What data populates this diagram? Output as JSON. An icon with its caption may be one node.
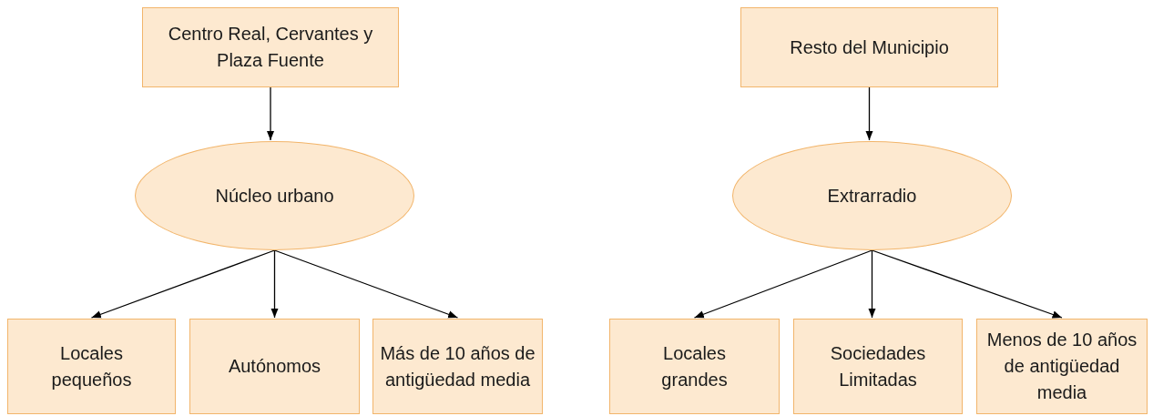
{
  "diagram": {
    "nodes": [
      {
        "text": [
          "Centro Real, Cervantes y Plaza Fuente"
        ]
      },
      {
        "text": [
          "Núcleo urbano"
        ]
      },
      {
        "text": [
          "Locales pequeños"
        ]
      },
      {
        "text": [
          "Autónomos"
        ]
      },
      {
        "text": [
          "Más de 10 años de antigüedad media"
        ]
      },
      {
        "text": [
          "Resto del Municipio"
        ]
      },
      {
        "text": [
          "Extrarradio"
        ]
      },
      {
        "text": [
          "Locales grandes"
        ]
      },
      {
        "text": [
          "Sociedades Limitadas"
        ]
      },
      {
        "text": [
          "Menos de 10 años de antigüedad media"
        ]
      }
    ],
    "edges": [
      {
        "from": 0,
        "to": 1,
        "arrow": "to"
      },
      {
        "from": 1,
        "to": 2,
        "arrow": "to"
      },
      {
        "from": 1,
        "to": 3,
        "arrow": "to"
      },
      {
        "from": 1,
        "to": 4,
        "arrow": "to"
      },
      {
        "from": 5,
        "to": 6,
        "arrow": "to"
      },
      {
        "from": 6,
        "to": 7,
        "arrow": "to"
      },
      {
        "from": 6,
        "to": 8,
        "arrow": "to"
      },
      {
        "from": 6,
        "to": 9,
        "arrow": "to"
      }
    ]
  }
}
